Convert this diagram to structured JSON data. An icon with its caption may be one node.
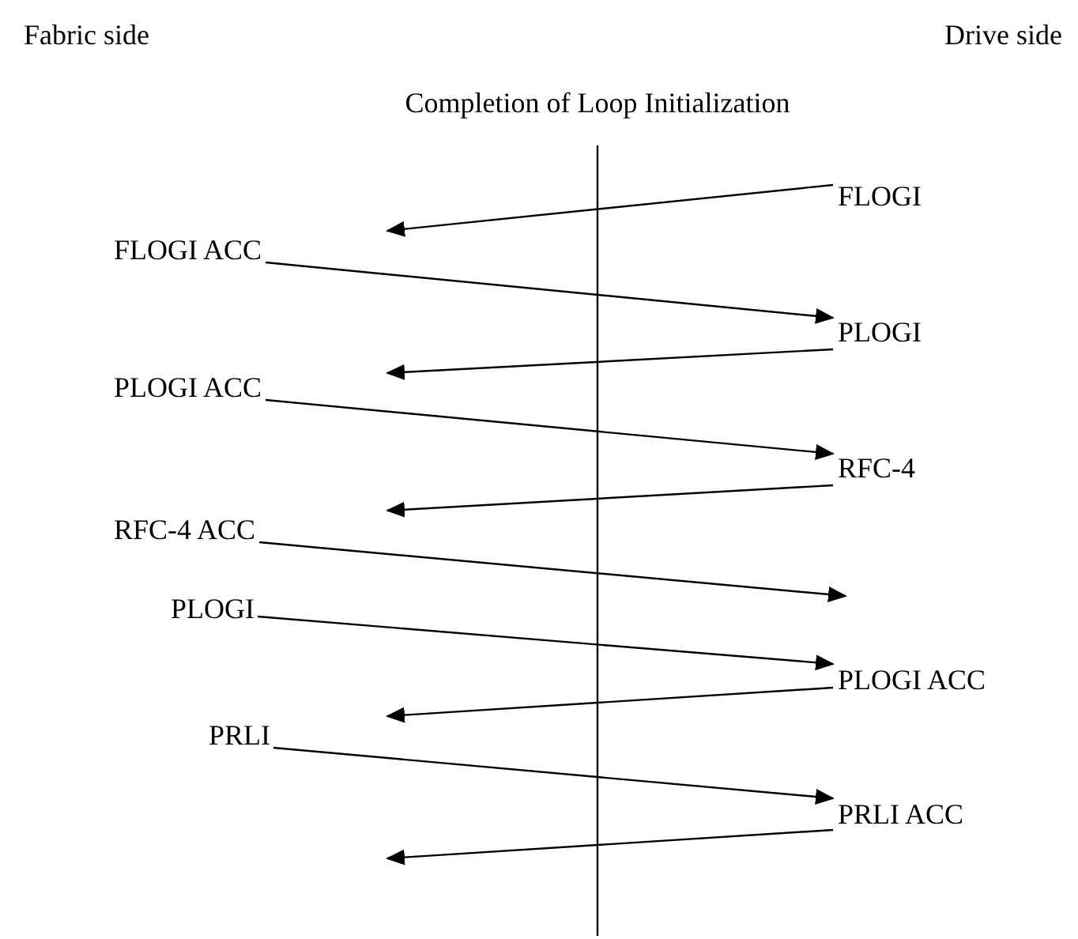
{
  "diagram": {
    "nodes": [
      {
        "text": [
          "FLOGI"
        ]
      },
      {
        "text": [
          "FLOGI ACC"
        ]
      },
      {
        "text": [
          "PLOGI"
        ]
      },
      {
        "text": [
          "PLOGI ACC"
        ]
      },
      {
        "text": [
          "RFC-4"
        ]
      },
      {
        "text": [
          "RFC-4 ACC"
        ]
      },
      {
        "text": [
          "PLOGI"
        ]
      },
      {
        "text": [
          "PLOGI ACC"
        ]
      },
      {
        "text": [
          "PRLI"
        ]
      },
      {
        "text": [
          "PRLI ACC"
        ]
      }
    ],
    "edges": [
      {
        "from": 0,
        "to": null,
        "arrow": "to"
      },
      {
        "from": 1,
        "to": 2,
        "arrow": "to"
      },
      {
        "from": 2,
        "to": null,
        "arrow": "to"
      },
      {
        "from": 3,
        "to": 4,
        "arrow": "to"
      },
      {
        "from": 4,
        "to": null,
        "arrow": "to"
      },
      {
        "from": 5,
        "to": null,
        "arrow": "to"
      },
      {
        "from": 6,
        "to": 7,
        "arrow": "to"
      },
      {
        "from": 7,
        "to": null,
        "arrow": "to"
      },
      {
        "from": 8,
        "to": 9,
        "arrow": "to"
      },
      {
        "from": 9,
        "to": null,
        "arrow": "to"
      }
    ],
    "labels": [
      "Fabric side",
      "Drive side",
      "Completion of Loop Initialization"
    ]
  }
}
